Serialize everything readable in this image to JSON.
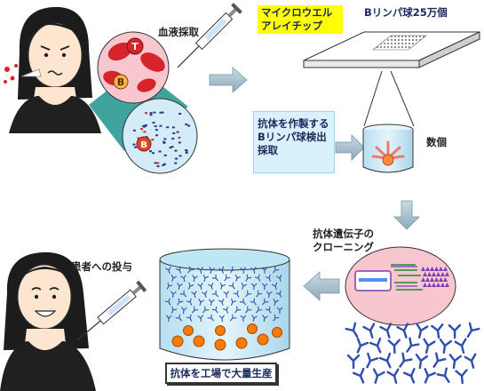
{
  "labels": {
    "blood_sampling": "血液採取",
    "microwell_array_chip": "マイクロウエル\nアレイチップ",
    "b_lymphocytes_count": "Bリンパ球25万個",
    "detect_antibody_cells": "抗体を作製する\nBリンパ球検出\n採取",
    "several": "数個",
    "antibody_gene_cloning": "抗体遺伝子の\nクローニング",
    "administer_to_patient": "患者への投与",
    "mass_production": "抗体を工場で大量生産"
  },
  "cell_markers": {
    "t_cell": "T",
    "b_cell": "B",
    "b_cell_zoom": "B"
  },
  "colors": {
    "red_cell": "#d6242a",
    "pink_zoom": "#f7c6cf",
    "teal_beam": "#2a9a92",
    "vessel": "#d8f0fa",
    "orange_cell": "#ff7a00",
    "antibody_blue": "#2e4db0",
    "arrow_gray": "#9fb8c6"
  }
}
